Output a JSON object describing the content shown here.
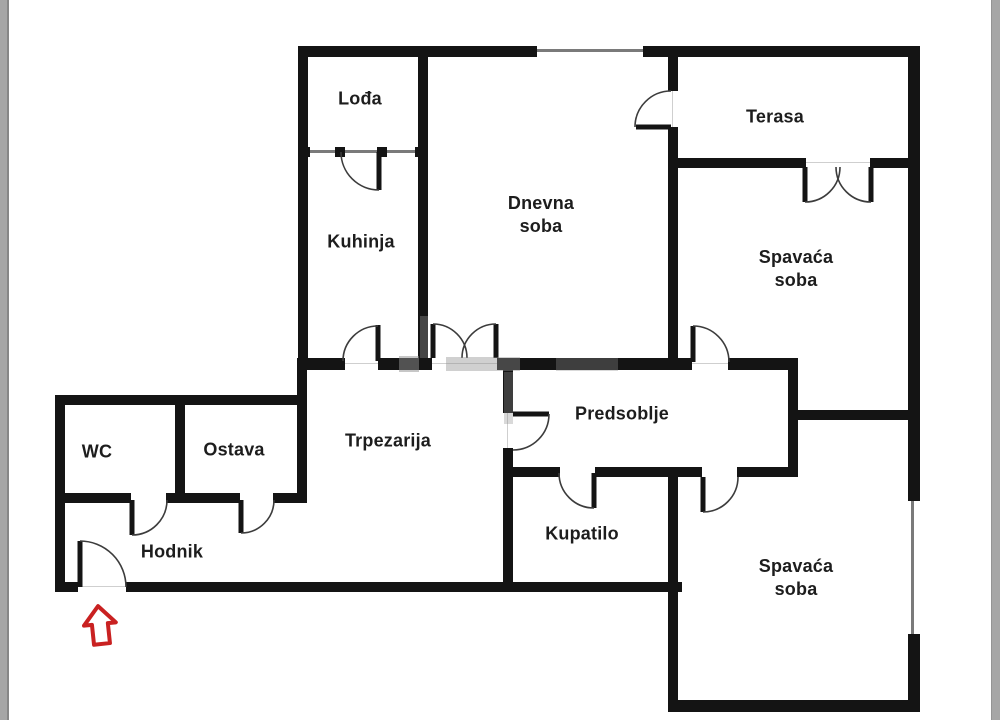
{
  "plan": {
    "title": "apartment-floor-plan",
    "rooms": {
      "loda": {
        "label": "Lođa"
      },
      "kuhinja": {
        "label": "Kuhinja"
      },
      "dnevna_soba": {
        "line1": "Dnevna",
        "line2": "soba"
      },
      "terasa": {
        "label": "Terasa"
      },
      "spavaca_soba_top": {
        "line1": "Spavaća",
        "line2": "soba"
      },
      "spavaca_soba_bottom": {
        "line1": "Spavaća",
        "line2": "soba"
      },
      "trpezarija": {
        "label": "Trpezarija"
      },
      "predsoblje": {
        "label": "Predsoblje"
      },
      "wc": {
        "label": "WC"
      },
      "ostava": {
        "label": "Ostava"
      },
      "hodnik": {
        "label": "Hodnik"
      },
      "kupatilo": {
        "label": "Kupatilo"
      }
    },
    "entrance_arrow": {
      "icon": "up-arrow-icon",
      "color": "#c92121"
    },
    "colors": {
      "wall": "#141414",
      "background": "#ffffff",
      "edge_strip": "#a6a6a6",
      "door_line": "#3c3c3c",
      "window_line": "#7a7a7a",
      "label_text": "#1d1d1d"
    }
  }
}
